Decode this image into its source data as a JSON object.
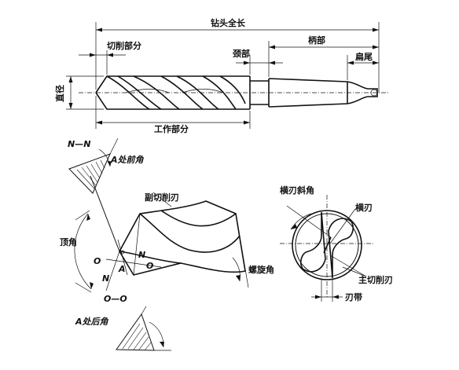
{
  "labels": {
    "total_length": "钻头全长",
    "cutting_part": "切削部分",
    "neck": "颈部",
    "shank": "柄部",
    "tang": "扁尾",
    "diameter": "直径",
    "working_part": "工作部分",
    "section_nn": "N—N",
    "rake_angle_a": "A处前角",
    "minor_cutting_edge": "副切削刃",
    "point_angle": "顶角",
    "helix_angle": "螺旋角",
    "point_o1": "O",
    "point_o2": "O",
    "point_n1": "N",
    "point_n2": "N",
    "point_a": "A",
    "section_oo": "O—O",
    "clearance_angle_a": "A处后角",
    "chisel_edge_angle": "横刃斜角",
    "chisel_edge": "横刃",
    "main_cutting_edge": "主切削刃",
    "margin": "刃带"
  }
}
